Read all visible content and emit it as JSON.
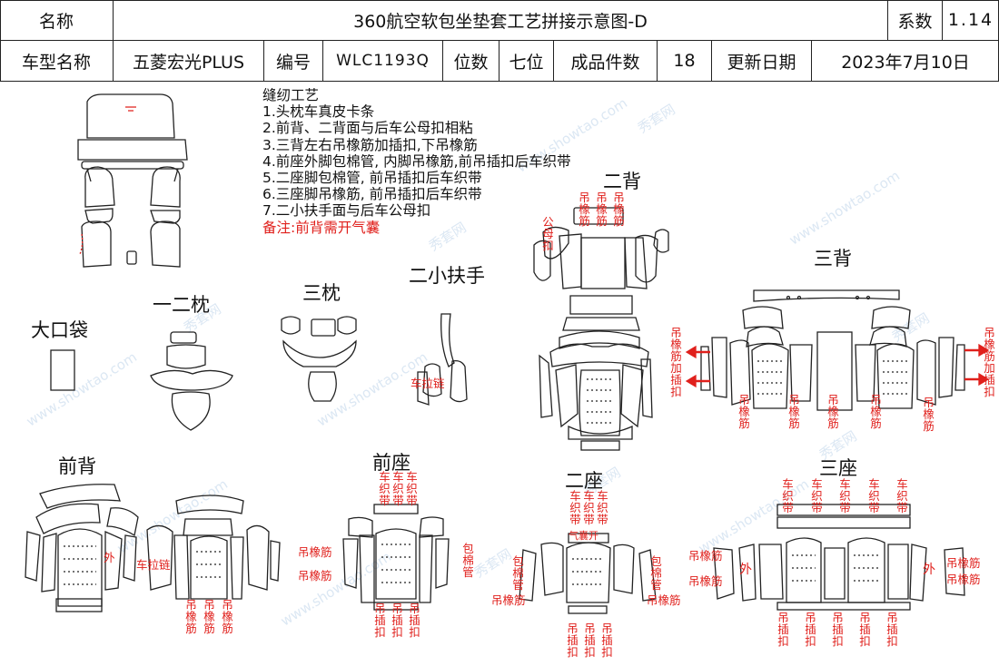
{
  "header": {
    "row1": {
      "name_label": "名称",
      "title": "360航空软包坐垫套工艺拼接示意图-D",
      "coef_label": "系数",
      "coef_value": "1.14"
    },
    "row2": {
      "model_label": "车型名称",
      "model_value": "五菱宏光PLUS",
      "code_label": "编号",
      "code_value": "WLC1193Q",
      "seats_label": "位数",
      "seats_value": "七位",
      "pieces_label": "成品件数",
      "pieces_value": "18",
      "date_label": "更新日期",
      "date_value": "2023年7月10日"
    }
  },
  "notes": {
    "title": "缝纫工艺",
    "lines": [
      "1.头枕车真皮卡条",
      "2.前背、二背面与后车公母扣相粘",
      "3.三背左右吊橡筋加插扣,下吊橡筋",
      "4.前座外脚包棉管, 内脚吊橡筋,前吊插扣后车织带",
      "5.二座脚包棉管, 前吊插扣后车织带",
      "6.三座脚吊橡筋, 前吊插扣后车织带",
      "7.二小扶手面与后车公母扣"
    ],
    "remark": "备注:前背需开气囊"
  },
  "sections": {
    "big_pocket": "大口袋",
    "headrest12": "一二枕",
    "headrest3": "三枕",
    "armrest2": "二小扶手",
    "back2": "二背",
    "back3": "三背",
    "front_back": "前背",
    "front_seat": "前座",
    "seat2": "二座",
    "seat3": "三座"
  },
  "annotations": {
    "hang_elastic": "吊橡筋",
    "hang_buckle": "吊插扣",
    "sew_strap": "车织带",
    "outer": "外",
    "zipper": "车拉链",
    "foam_tube": "包棉管",
    "male_female": "公母扣",
    "elastic_buckle": "吊橡筋加插扣",
    "airbag": "气囊开"
  },
  "watermark": {
    "site": "www.showtao.com",
    "brand": "秀套网"
  },
  "colors": {
    "annotation": "#e0201c",
    "line": "#222222"
  }
}
